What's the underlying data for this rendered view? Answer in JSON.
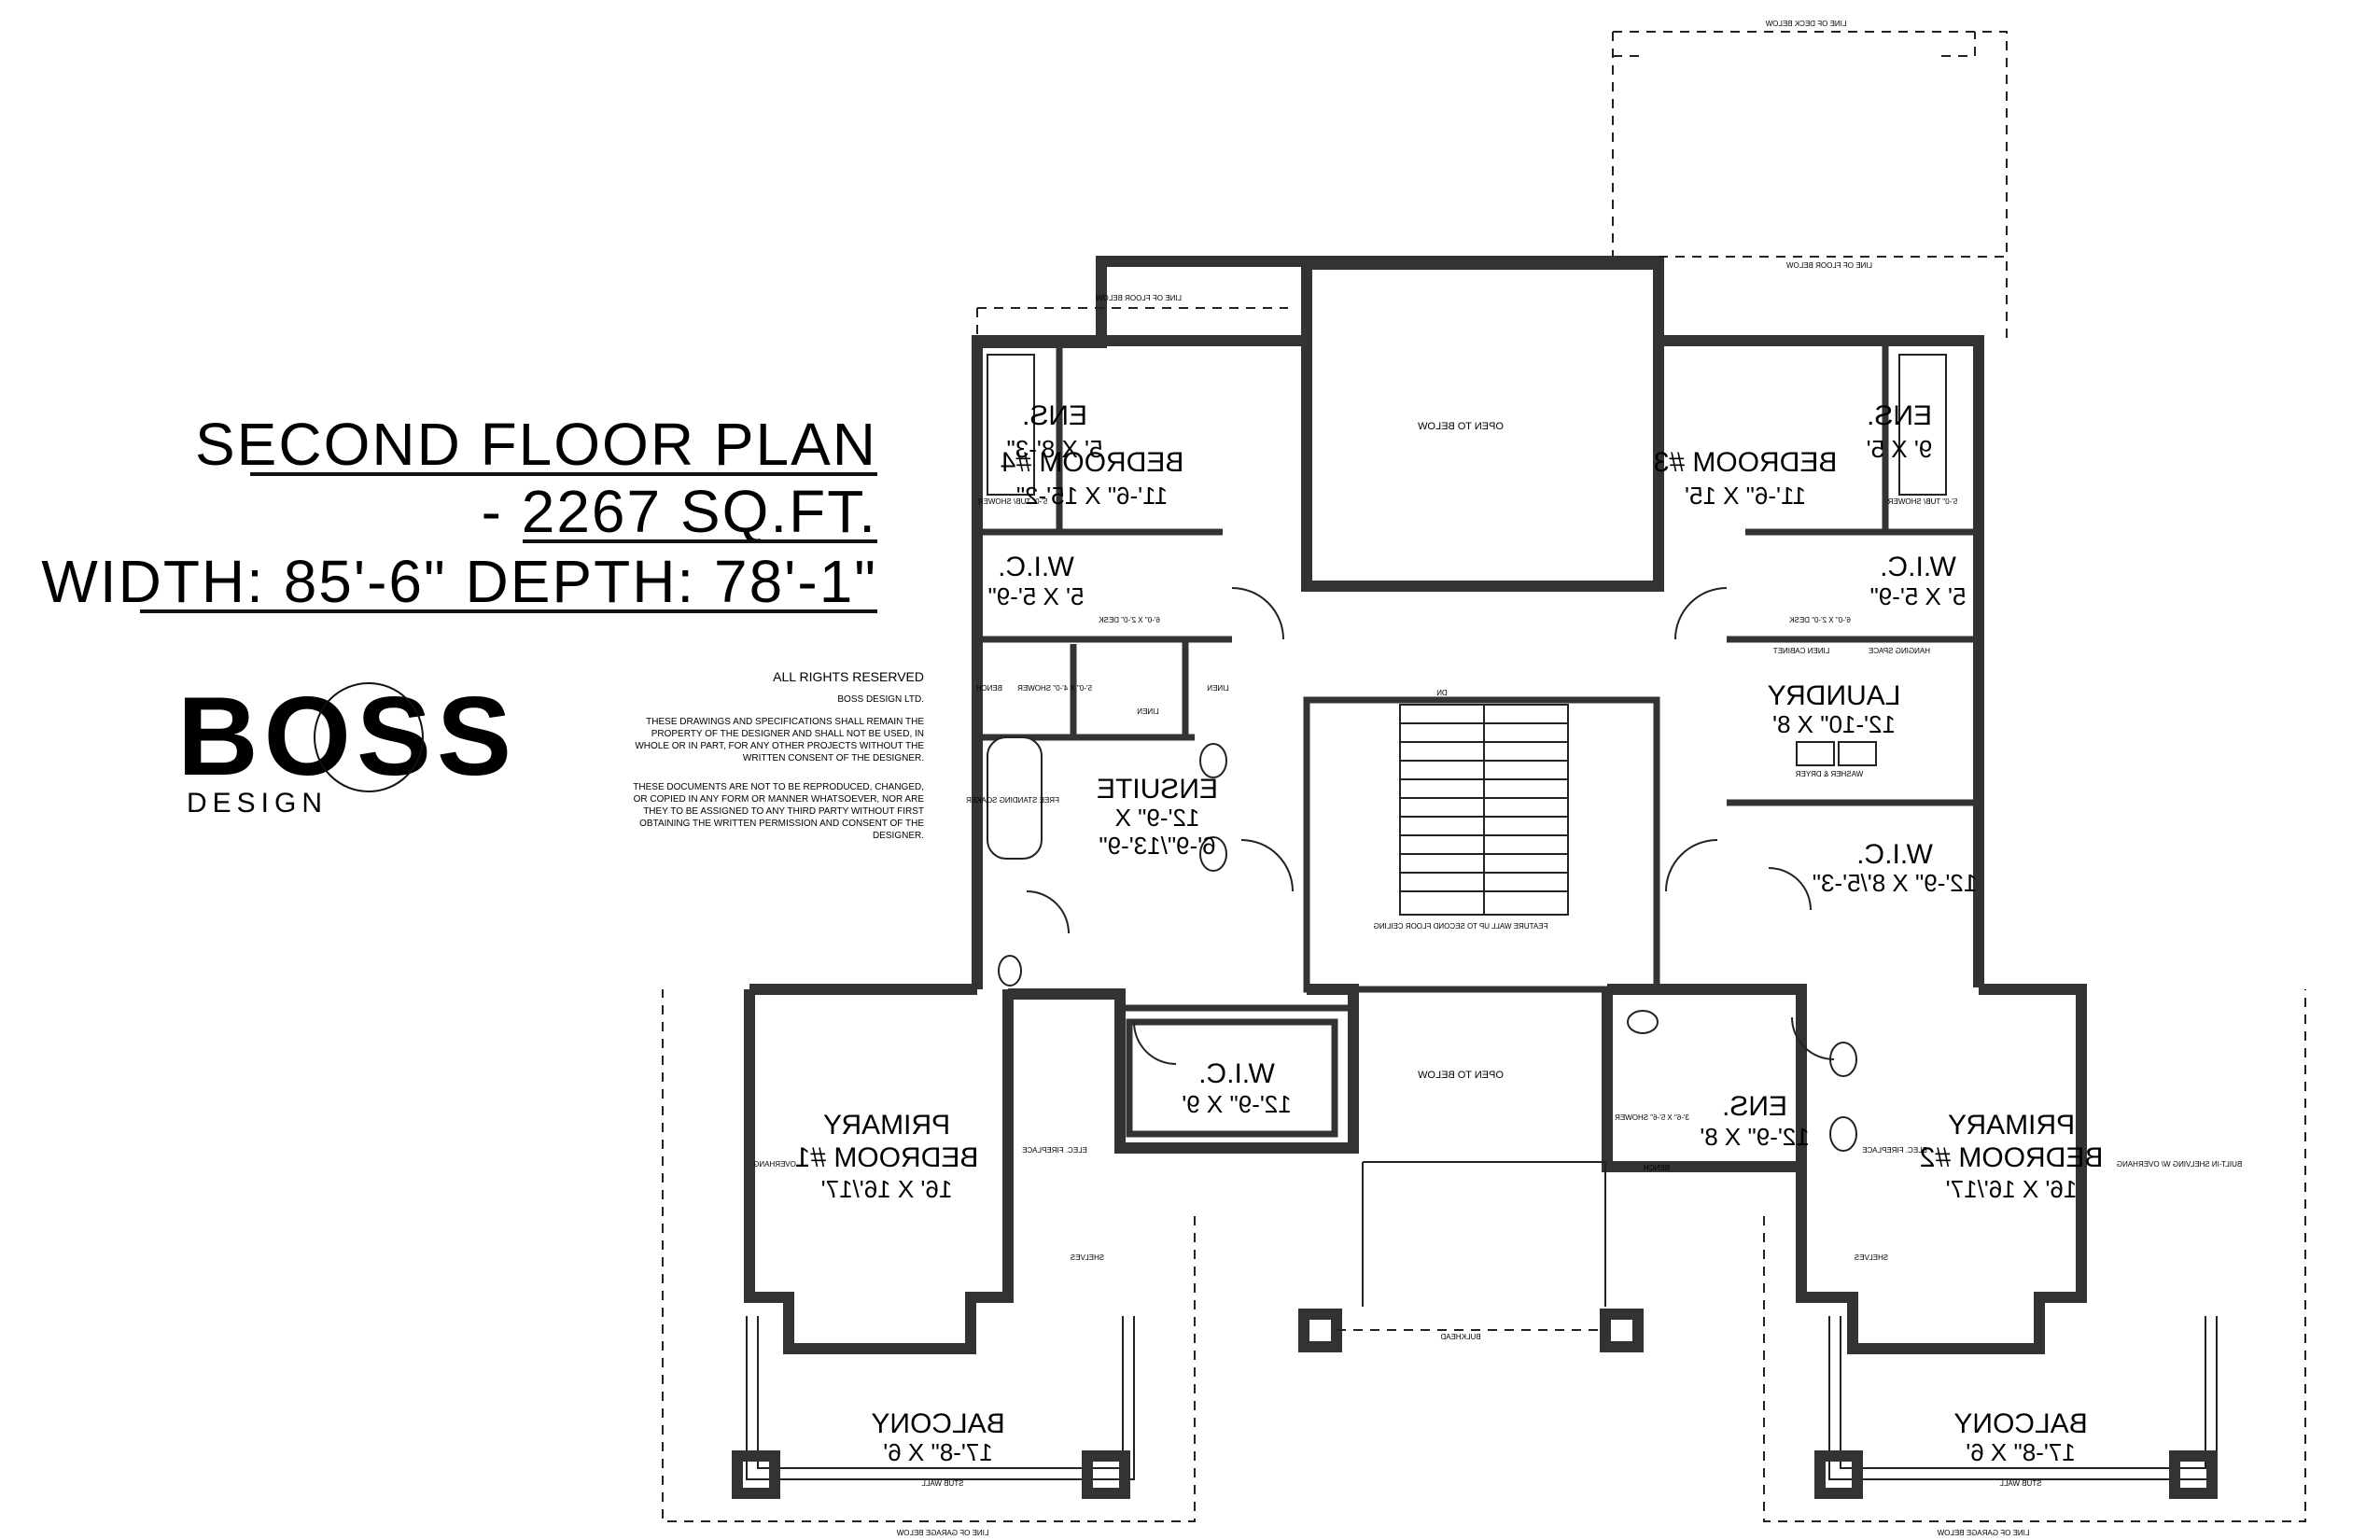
{
  "title": {
    "line1": "SECOND FLOOR PLAN",
    "line2": "- 2267 SQ.FT.",
    "line3": "WIDTH: 85'-6\" DEPTH: 78'-1\""
  },
  "logo": {
    "mark": "BOSS",
    "sub": "DESIGN"
  },
  "rights": {
    "heading": "ALL RIGHTS RESERVED",
    "company": "BOSS DESIGN LTD.",
    "para1": [
      "THESE DRAWINGS AND SPECIFICATIONS SHALL REMAIN THE",
      "PROPERTY OF THE DESIGNER AND SHALL NOT BE USED, IN",
      "WHOLE OR IN PART, FOR ANY OTHER PROJECTS WITHOUT THE",
      "WRITTEN CONSENT OF THE DESIGNER."
    ],
    "para2": [
      "THESE DOCUMENTS ARE NOT TO BE REPRODUCED, CHANGED,",
      "OR COPIED IN ANY FORM OR MANNER WHATSOEVER, NOR ARE",
      "THEY TO BE ASSIGNED TO ANY THIRD PARTY WITHOUT FIRST",
      "OBTAINING THE WRITTEN PERMISSION AND CONSENT OF THE",
      "DESIGNER."
    ]
  },
  "rooms": {
    "bedroom4": {
      "name": "BEDROOM #4",
      "dim": "11'-6\" X 15'-2\""
    },
    "bedroom3": {
      "name": "BEDROOM #3",
      "dim": "11'-6\" X 15'"
    },
    "ens_left": {
      "name": "ENS.",
      "dim": "5' X 8'-3\""
    },
    "ens_right": {
      "name": "ENS.",
      "dim": "9' X 5'"
    },
    "wic_left": {
      "name": "W.I.C.",
      "dim": "5' X 5'-9\""
    },
    "wic_right": {
      "name": "W.I.C.",
      "dim": "5' X 5'-9\""
    },
    "ensuite": {
      "name": "ENSUITE",
      "dim1": "12'-9\" X",
      "dim2": "6'-9\"/13'-9\""
    },
    "laundry": {
      "name": "LAUNDRY",
      "dim": "12'-10\" X 8'"
    },
    "wic_large": {
      "name": "W.I.C.",
      "dim": "12'-9\" X 8'/5'-3\""
    },
    "wic_center": {
      "name": "W.I.C.",
      "dim": "12'-9\" X 9'"
    },
    "ens_center": {
      "name": "ENS.",
      "dim": "12'-9\" X 8'"
    },
    "primary1": {
      "name1": "PRIMARY",
      "name2": "BEDROOM #1",
      "dim": "16' X 16'/17'"
    },
    "primary2": {
      "name1": "PRIMARY",
      "name2": "BEDROOM #2",
      "dim": "16' X 16'/17'"
    },
    "balcony_left": {
      "name": "BALCONY",
      "dim": "17'-8\" X 6'"
    },
    "balcony_right": {
      "name": "BALCONY",
      "dim": "17'-8\" X 6'"
    }
  },
  "notes": {
    "open_top": "OPEN TO BELOW",
    "open_center": "OPEN TO BELOW",
    "line_deck": "LINE OF DECK BELOW",
    "line_floor_a": "LINE OF FLOOR BELOW",
    "line_floor_b": "LINE OF FLOOR BELOW",
    "line_garage_a": "LINE OF GARAGE BELOW",
    "line_garage_b": "LINE OF GARAGE BELOW",
    "desk_a": "6'-0\" X 2'-0\" DESK",
    "desk_b": "6'-0\" X 2'-0\" DESK",
    "feature_wall": "FEATURE WALL UP TO SECOND FLOOR CEILING",
    "bulkhead": "BULKHEAD",
    "stub_wall_a": "STUB WALL",
    "stub_wall_b": "STUB WALL",
    "tub_a": "5'-0\" TUB/ SHOWER",
    "tub_b": "5'-0\" TUB/ SHOWER",
    "shower_a": "5'-0\" X 4'-0\" SHOWER",
    "shower_b": "3'-6\" X 5'-6\" SHOWER",
    "bench_a": "BENCH",
    "bench_b": "BENCH",
    "linen_a": "LINEN",
    "linen_b": "LINEN",
    "linen_cabinet": "LINEN CABINET",
    "hanging_space": "HANGING SPACE",
    "washer_dryer": "WASHER & DRYER",
    "soaker_tub": "FREE STANDING SOAKER",
    "fireplace_a": "ELEC. FIREPLACE",
    "fireplace_b": "ELEC. FIREPLACE",
    "shelves_a": "SHELVES",
    "shelves_b": "SHELVES",
    "overhang": "OVERHANG",
    "window_overhang": "BUILT-IN SHELVING W/ OVERHANG",
    "dn": "DN"
  }
}
